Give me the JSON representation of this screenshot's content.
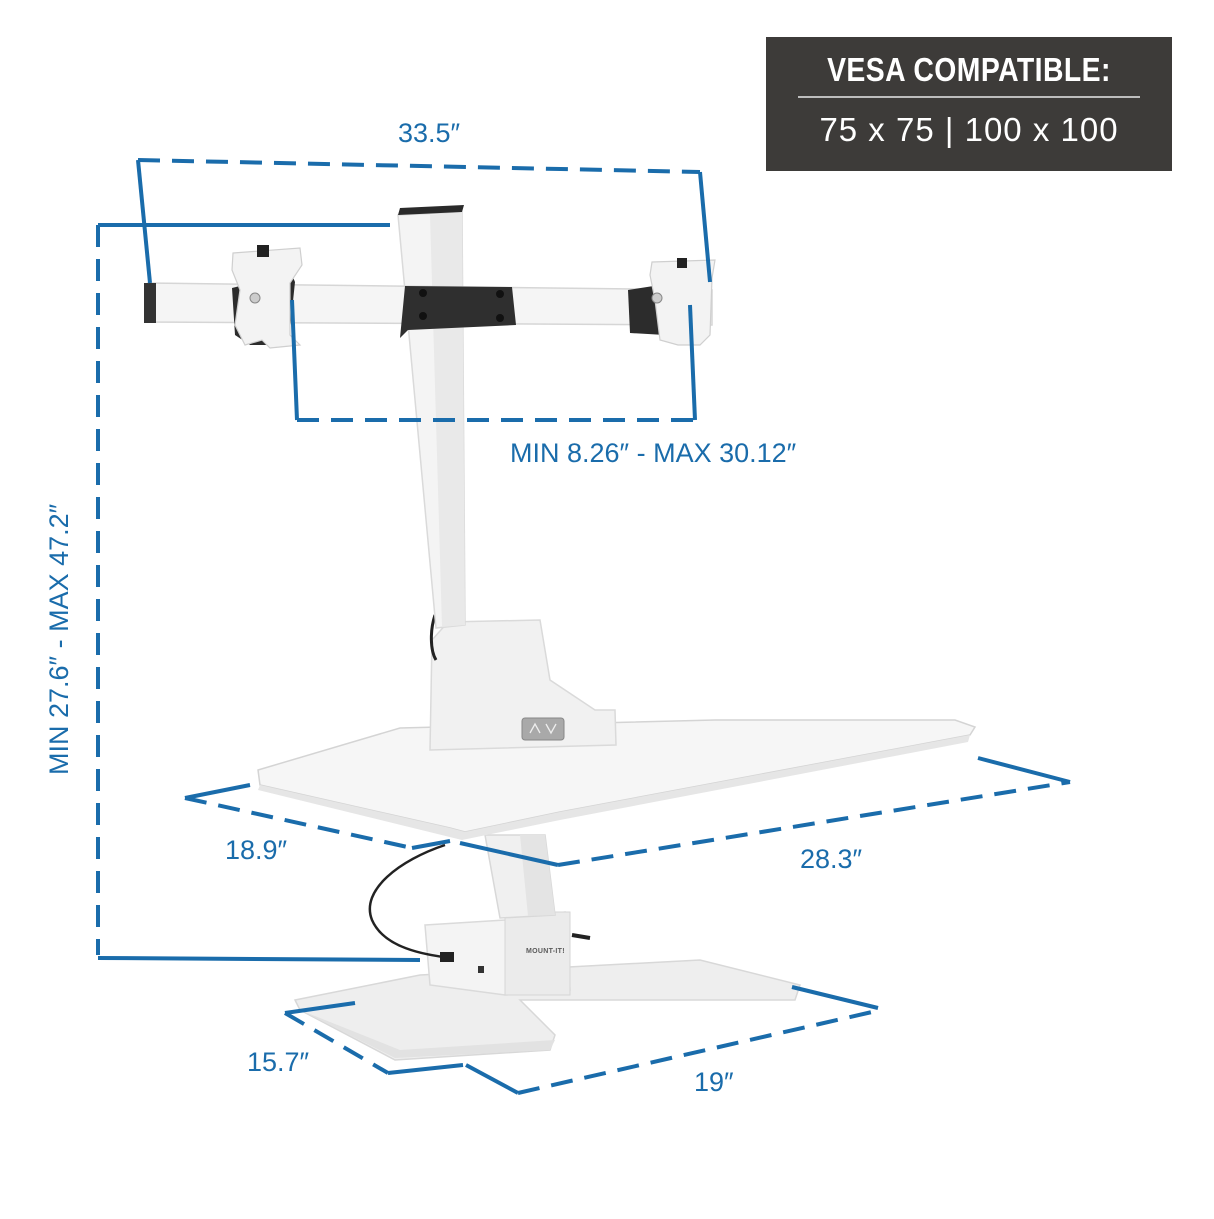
{
  "vesa_panel": {
    "title": "VESA COMPATIBLE:",
    "values": "75 x 75  | 100 x 100",
    "background": "#3d3b39"
  },
  "dimensions": {
    "crossbar_width": "33.5″",
    "monitor_spacing": "MIN 8.26″ - MAX 30.12″",
    "overall_height": "MIN 27.6″ - MAX 47.2″",
    "worksurface_depth": "18.9″",
    "worksurface_width": "28.3″",
    "base_depth": "15.7″",
    "base_width": "19″"
  },
  "product": {
    "brand": "MOUNT-IT!",
    "description": "White electric sit-stand desk converter with dual monitor crossbar",
    "control_button": "up-down-button"
  },
  "colors": {
    "dimension_line": "#1a6cab",
    "product_body": "#f2f2f2",
    "product_shadow": "#d9d9d9",
    "dark_parts": "#2e2e2e"
  }
}
